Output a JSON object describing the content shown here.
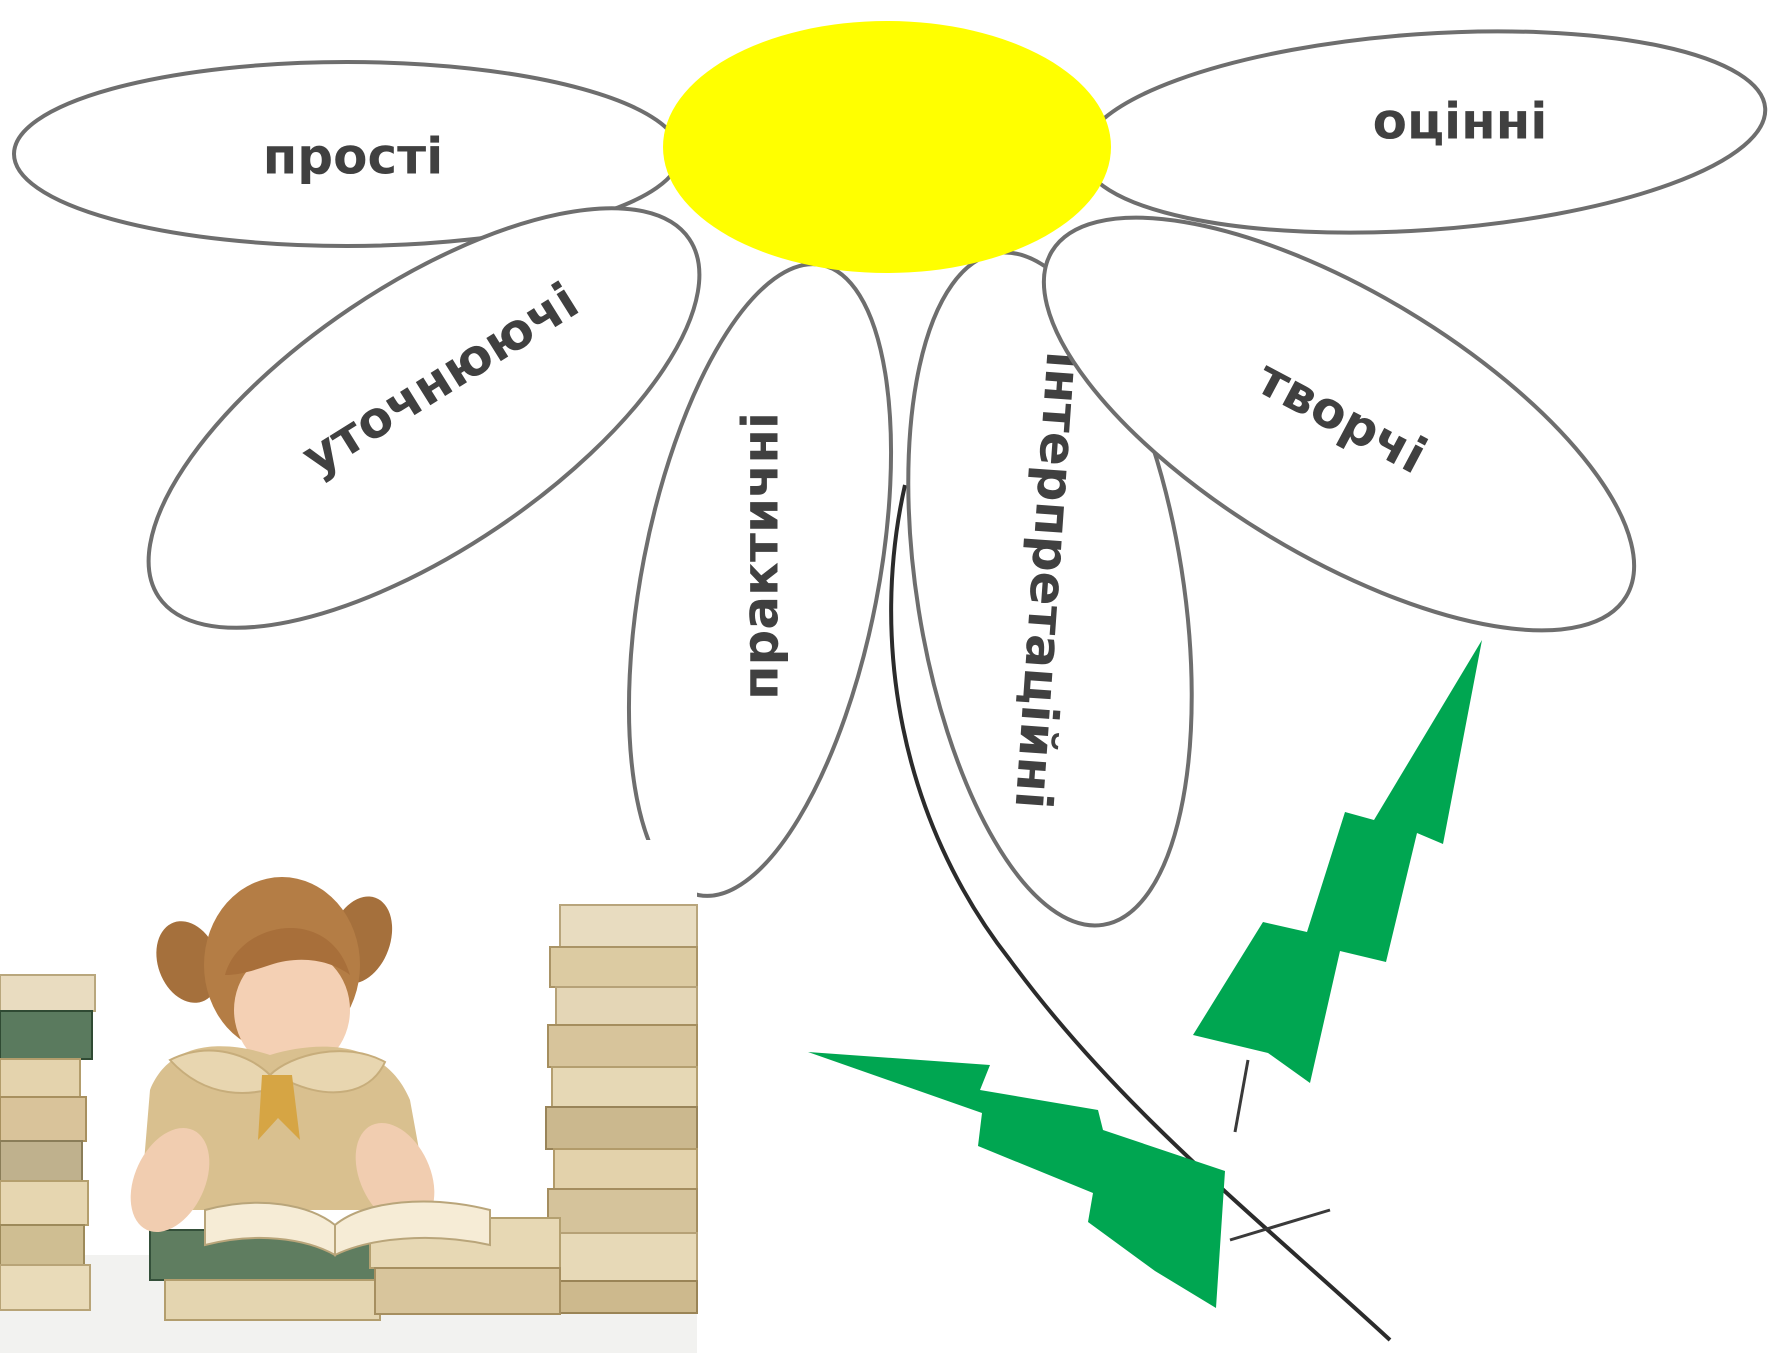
{
  "diagram": {
    "petals": [
      {
        "key": "prosti",
        "label": "прості"
      },
      {
        "key": "otsinni",
        "label": "оцінні"
      },
      {
        "key": "utochniuiuchi",
        "label": "уточнюючі"
      },
      {
        "key": "praktychni",
        "label": "практичні"
      },
      {
        "key": "interpretatsiini",
        "label": "інтерпретаційні"
      },
      {
        "key": "tvorchi",
        "label": "творчі"
      }
    ],
    "colors": {
      "center": "#ffff00",
      "leaves": "#00a651",
      "petal_outline": "#6e6e6e",
      "label_text": "#404040"
    },
    "illustration": {
      "subject": "girl reading a book between stacks of books",
      "icon": "girl-reading-photo"
    }
  }
}
